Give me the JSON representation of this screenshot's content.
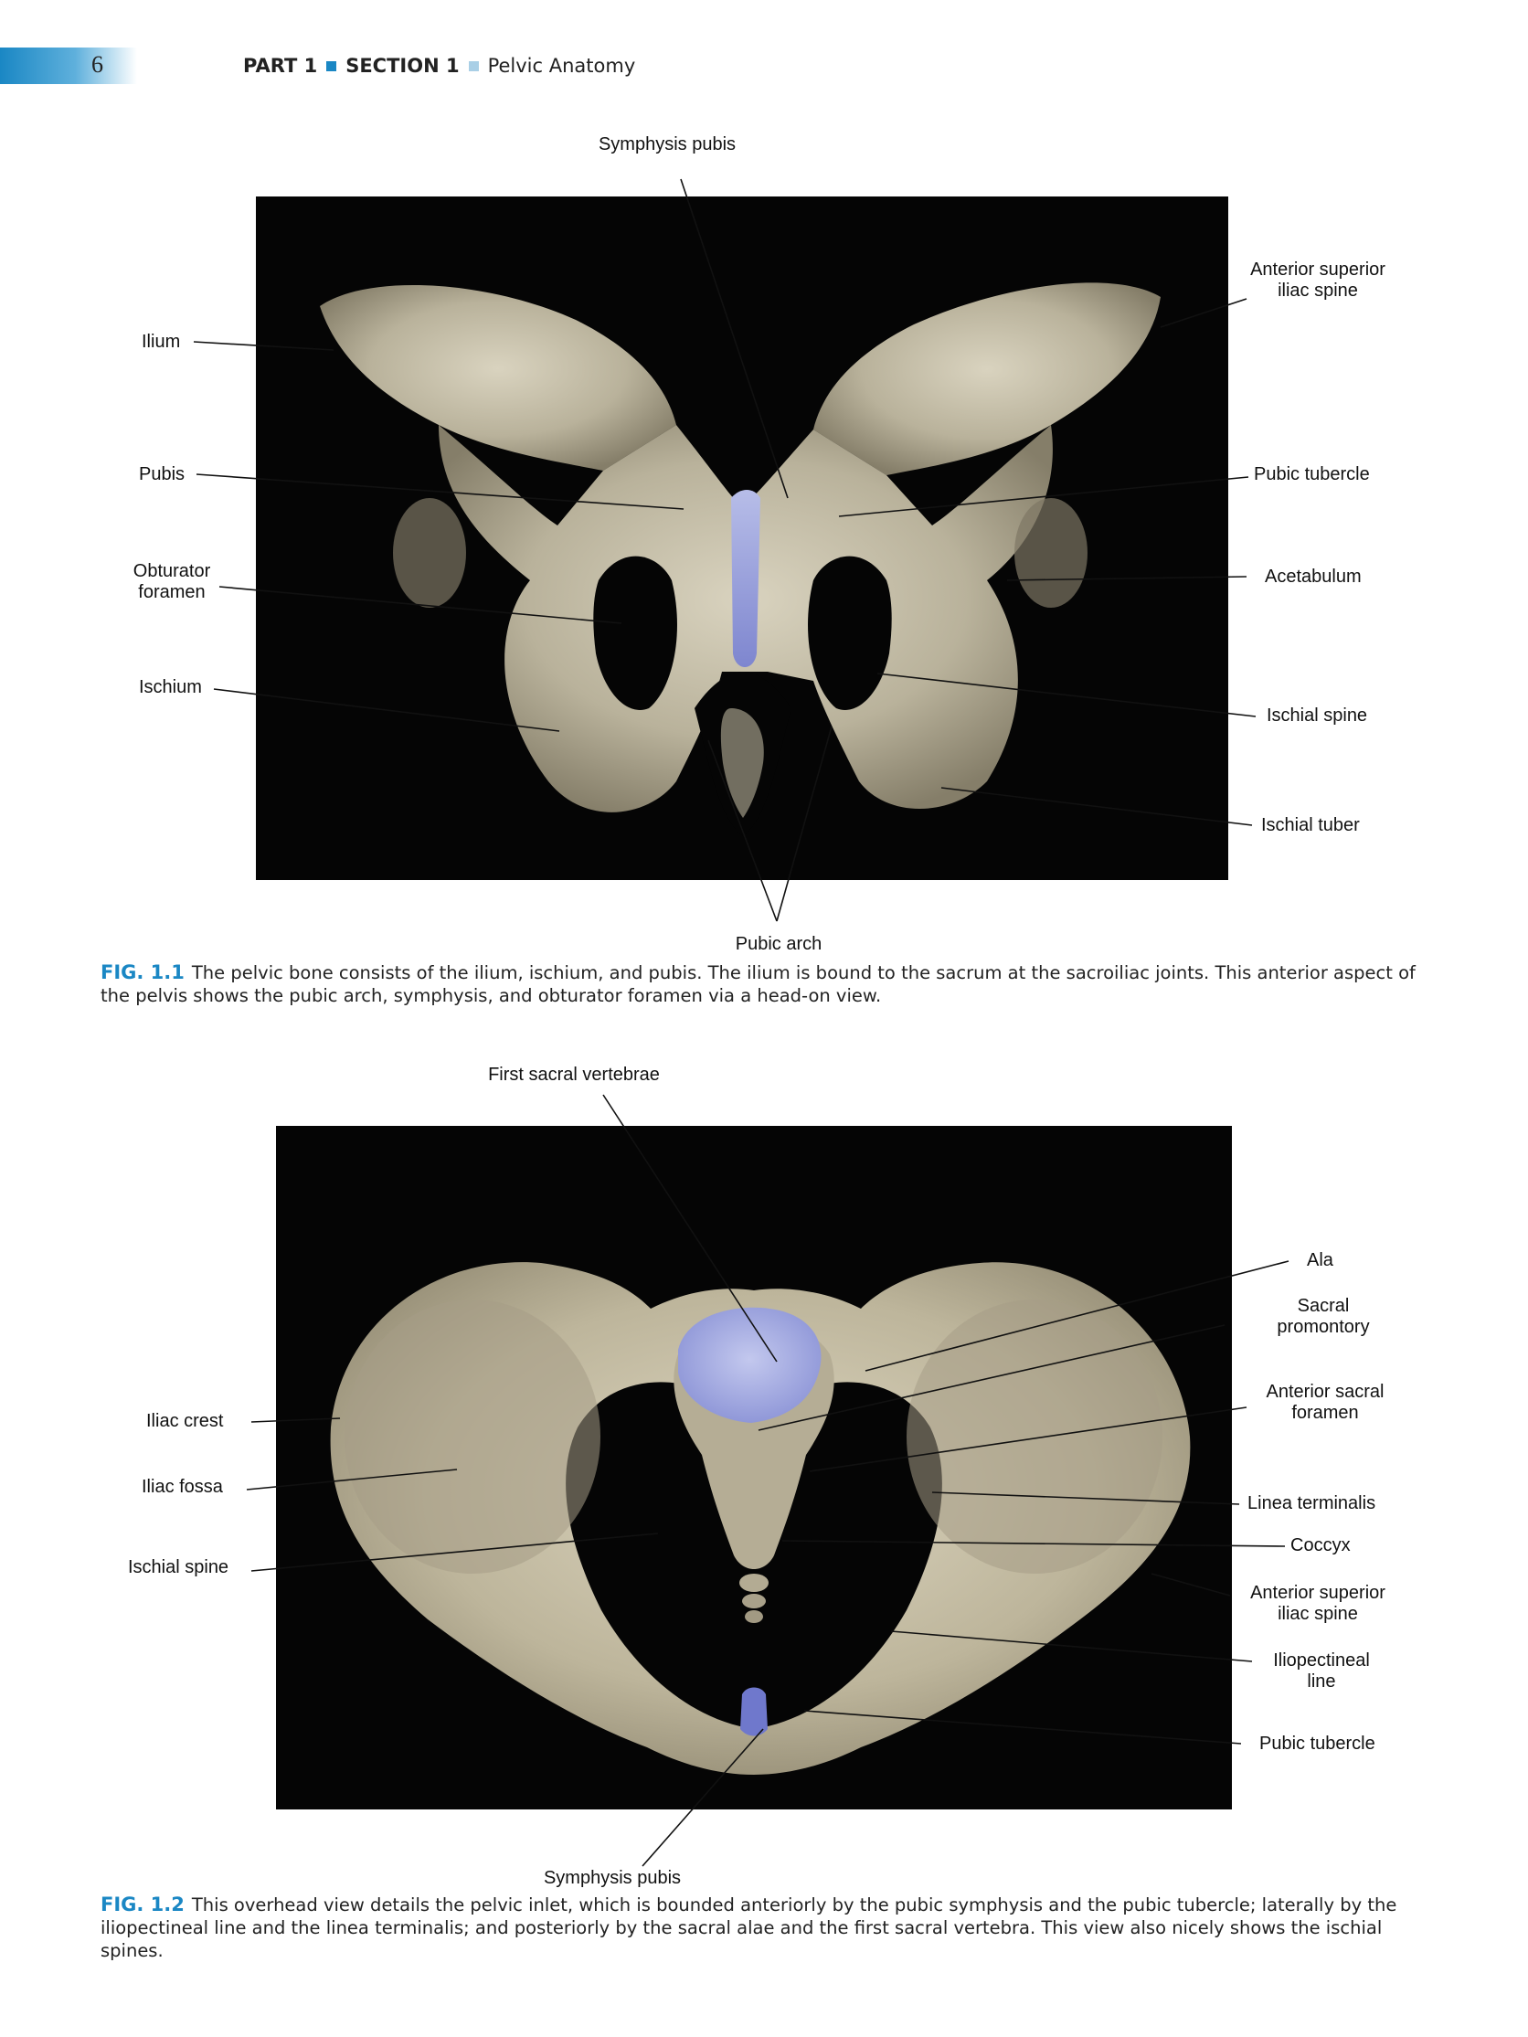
{
  "header": {
    "page_number": "6",
    "part": "PART 1",
    "section": "SECTION 1",
    "title": "Pelvic Anatomy"
  },
  "figure1": {
    "labels": {
      "symphysis_pubis": "Symphysis pubis",
      "asis": "Anterior superior\niliac spine",
      "ilium": "Ilium",
      "pubis": "Pubis",
      "pubic_tubercle": "Pubic tubercle",
      "obturator_foramen": "Obturator\nforamen",
      "acetabulum": "Acetabulum",
      "ischium": "Ischium",
      "ischial_spine": "Ischial spine",
      "ischial_tuber": "Ischial tuber",
      "pubic_arch": "Pubic arch"
    },
    "caption_label": "FIG. 1.1",
    "caption_text": "The pelvic bone consists of the ilium, ischium, and pubis. The ilium is bound to the sacrum at the sacroiliac joints. This anterior aspect of the pelvis shows the pubic arch, symphysis, and obturator foramen via a head-on view."
  },
  "figure2": {
    "labels": {
      "first_sacral": "First sacral vertebrae",
      "ala": "Ala",
      "sacral_promontory": "Sacral\npromontory",
      "anterior_sacral_foramen": "Anterior sacral\nforamen",
      "iliac_crest": "Iliac crest",
      "iliac_fossa": "Iliac fossa",
      "linea_terminalis": "Linea terminalis",
      "coccyx": "Coccyx",
      "ischial_spine": "Ischial spine",
      "asis": "Anterior superior\niliac spine",
      "iliopectineal": "Iliopectineal\nline",
      "pubic_tubercle": "Pubic tubercle",
      "symphysis_pubis": "Symphysis pubis"
    },
    "caption_label": "FIG. 1.2",
    "caption_text": "This overhead view details the pelvic inlet, which is bounded anteriorly by the pubic symphysis and the pubic tubercle; laterally by the iliopectineal line and the linea terminalis; and posteriorly by the sacral alae and the first sacral vertebra. This view also nicely shows the ischial spines."
  },
  "colors": {
    "accent": "#1a87c4",
    "bone": "#c9c2ad",
    "cartilage": "#8f97d8",
    "background_plate": "#050505"
  }
}
